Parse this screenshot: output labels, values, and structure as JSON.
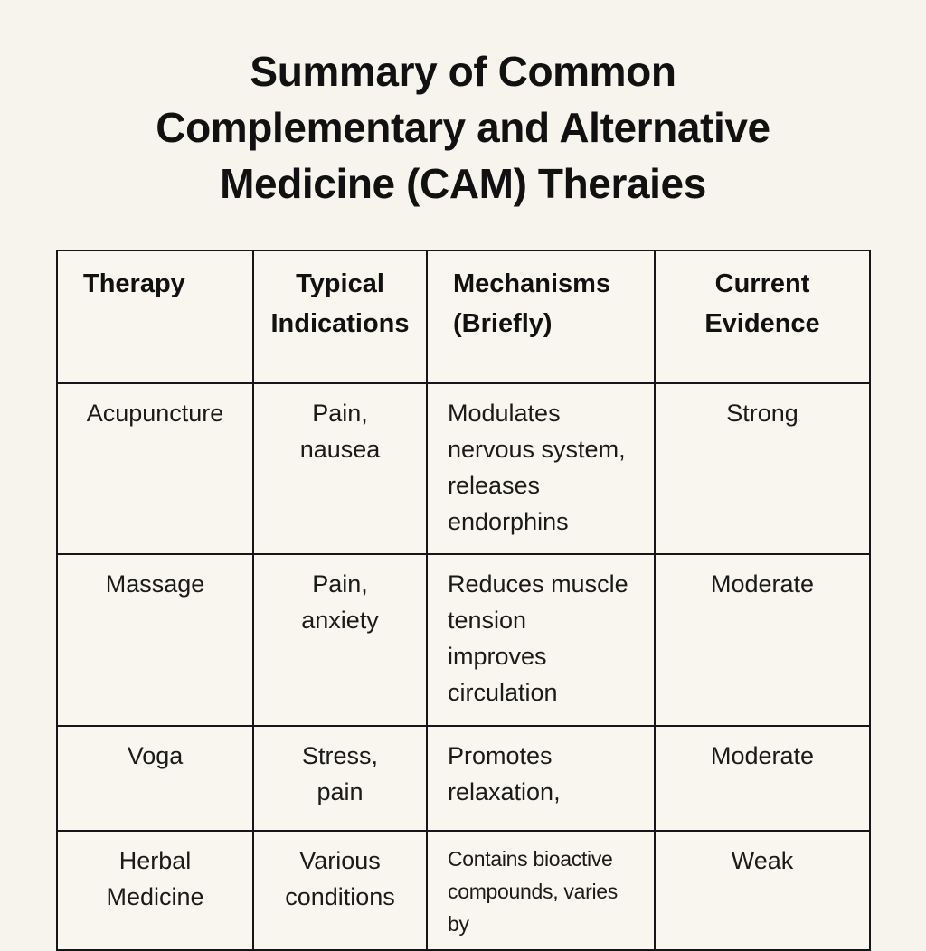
{
  "document": {
    "background_color": "#f7f4ee",
    "text_color": "#141414",
    "border_color": "#16161a"
  },
  "title": {
    "full": "Summary of Common Complementary and Alternative Medicine (CAM) Theraies",
    "line1": "Summary of Common",
    "line2": "Complementary and Alternative",
    "line3": "Medicine (CAM) Theraies"
  },
  "table": {
    "columns": [
      {
        "label": "Therapy",
        "line1": "Therapy",
        "line2": ""
      },
      {
        "label": "Typical Indications",
        "line1": "Typical",
        "line2": "Indications"
      },
      {
        "label": "Mechanisms (Briefly)",
        "line1": "Mechanisms",
        "line2": "(Briefly)"
      },
      {
        "label": "Current Evidence",
        "line1": "Current",
        "line2": "Evidence"
      }
    ],
    "rows": [
      {
        "therapy": "Acupuncture",
        "indications_line1": "Pain,",
        "indications_line2": "nausea",
        "mechanism_line1": "Modulates",
        "mechanism_line2": "nervous system,",
        "mechanism_line3": "releases",
        "mechanism_line4": "endorphins",
        "evidence": "Strong"
      },
      {
        "therapy": "Massage",
        "indications_line1": "Pain,",
        "indications_line2": "anxiety",
        "mechanism_line1": "Reduces muscle",
        "mechanism_line2": "tension",
        "mechanism_line3": "improves",
        "mechanism_line4": "circulation",
        "evidence": "Moderate"
      },
      {
        "therapy": "Voga",
        "indications_line1": "Stress,",
        "indications_line2": "pain",
        "mechanism_line1": "Promotes",
        "mechanism_line2": "relaxation,",
        "mechanism_line3": "",
        "mechanism_line4": "",
        "evidence": "Moderate"
      },
      {
        "therapy_line1": "Herbal",
        "therapy_line2": "Medicine",
        "indications_line1": "Various",
        "indications_line2": "conditions",
        "mechanism_line1": "Contains bioactive",
        "mechanism_line2": "compounds, varies by",
        "mechanism_line3": "",
        "mechanism_line4": "",
        "evidence": "Weak"
      }
    ]
  }
}
